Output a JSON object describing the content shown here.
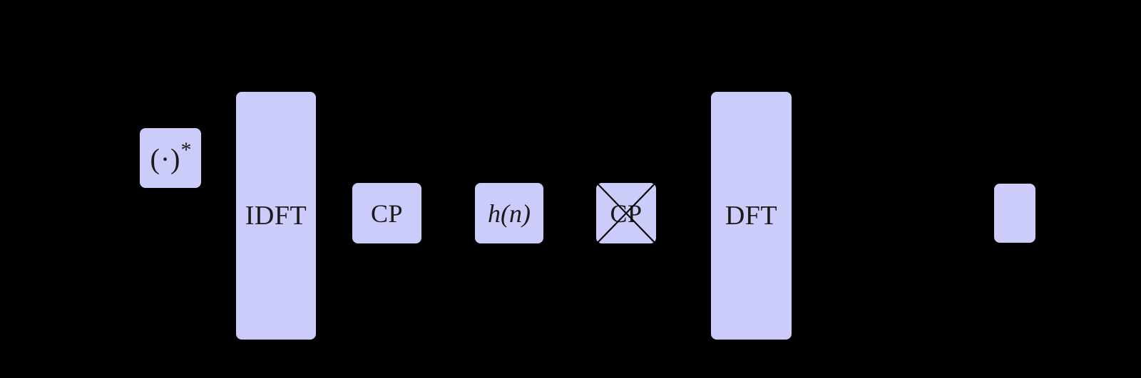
{
  "figure": {
    "background_color": "#000000",
    "block_fill_color": "#ccccfa",
    "block_stroke_color": "#000000",
    "text_color": "#1a1a1a"
  },
  "blocks": [
    {
      "id": "conjugate",
      "label": "(·)*",
      "paren_open": "(",
      "dot": "·",
      "paren_close": ")",
      "star": "*"
    },
    {
      "id": "idft",
      "label": "IDFT"
    },
    {
      "id": "cp-add",
      "label": "CP"
    },
    {
      "id": "channel",
      "label": "h(n)"
    },
    {
      "id": "cp-remove",
      "label": "CP",
      "struck_out": "true"
    },
    {
      "id": "dft",
      "label": "DFT"
    },
    {
      "id": "output",
      "label": ""
    }
  ]
}
